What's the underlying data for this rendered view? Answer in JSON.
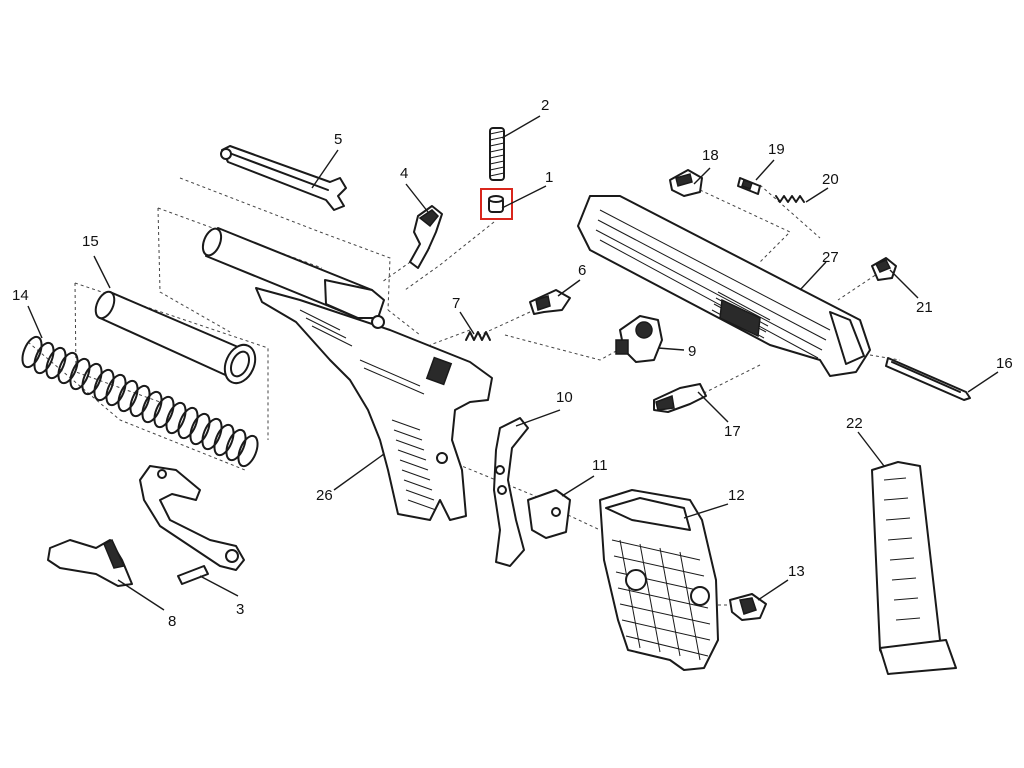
{
  "figure": {
    "labels": [
      "1",
      "2",
      "3",
      "4",
      "5",
      "6",
      "7",
      "8",
      "9",
      "10",
      "11",
      "12",
      "13",
      "14",
      "15",
      "16",
      "17",
      "18",
      "19",
      "20",
      "21",
      "22",
      "26",
      "27"
    ],
    "highlighted_label": "1",
    "colors": {
      "ink": "#1a1a1a",
      "highlight": "#d9261c",
      "background": "#ffffff"
    }
  }
}
